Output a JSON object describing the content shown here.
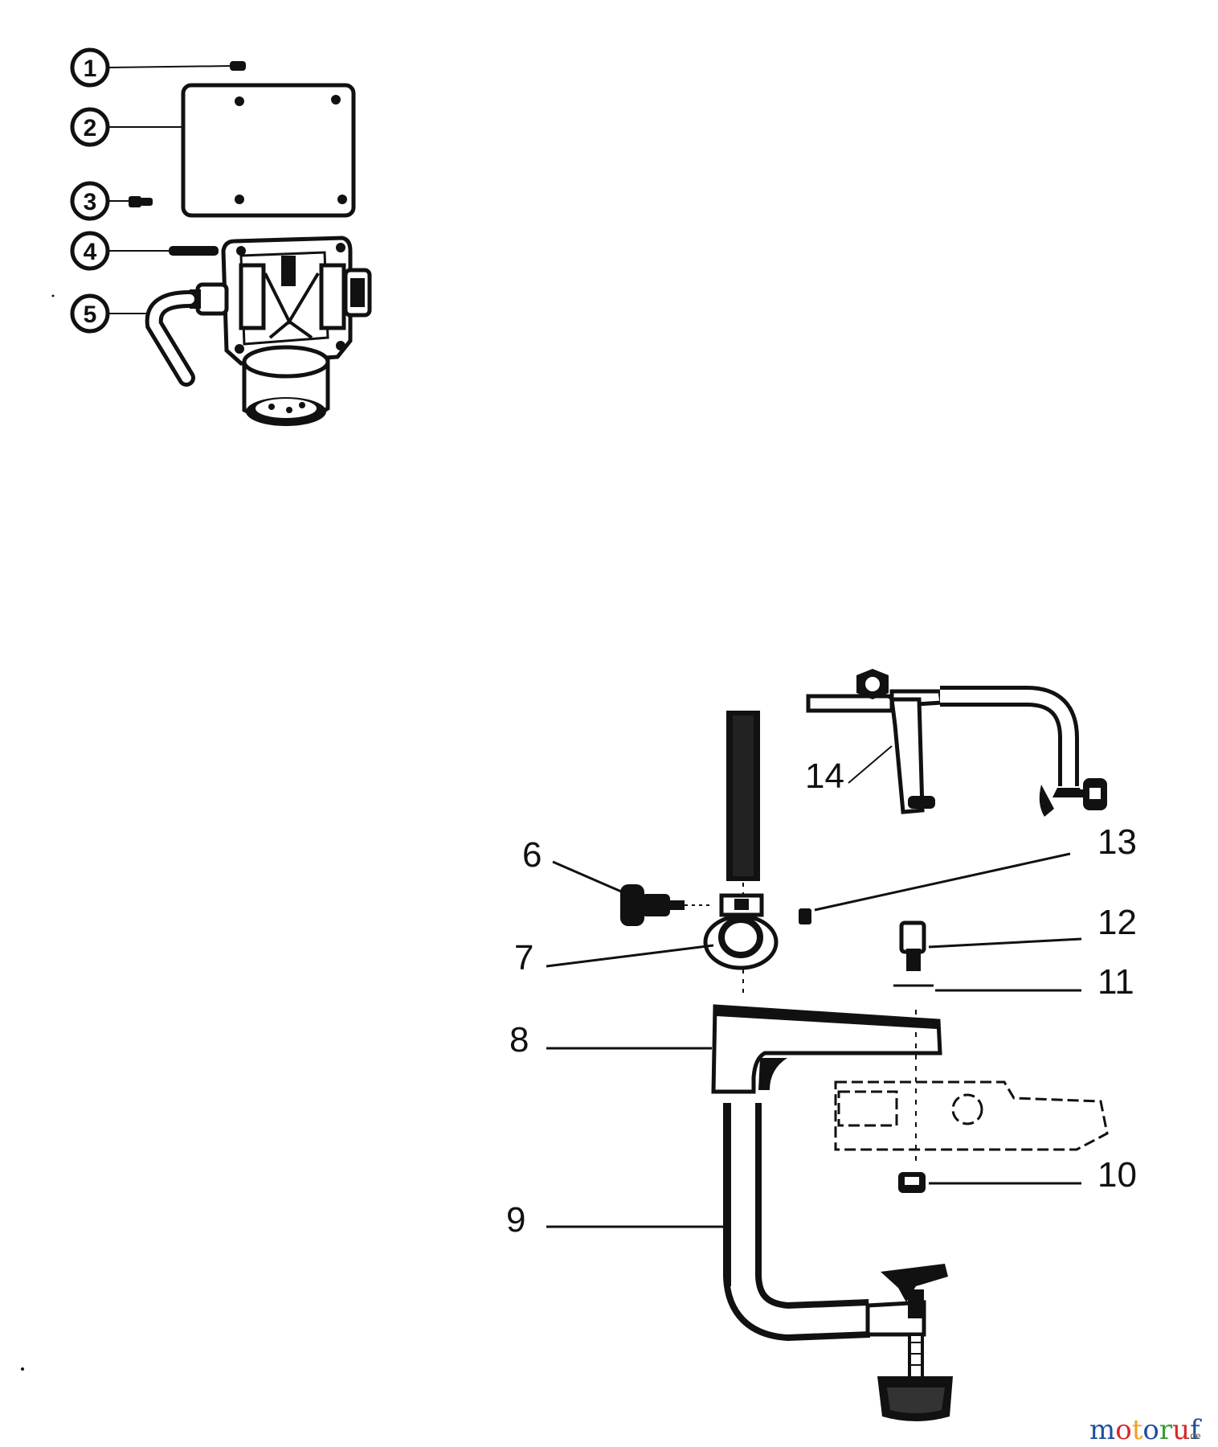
{
  "diagram": {
    "circled_callouts": [
      "1",
      "2",
      "3",
      "4",
      "5"
    ],
    "callouts": {
      "c6": "6",
      "c7": "7",
      "c8": "8",
      "c9": "9",
      "c10": "10",
      "c11": "11",
      "c12": "12",
      "c13": "13",
      "c14": "14"
    }
  },
  "watermark": {
    "brand_parts": [
      "m",
      "o",
      "t",
      "o",
      "r",
      "u",
      "f"
    ],
    "brand_colors": [
      "#1f4f9c",
      "#d8262a",
      "#f1a11d",
      "#1f4f9c",
      "#3d9a3b",
      "#d8262a",
      "#1f4f9c"
    ],
    "suffix": ".de"
  }
}
